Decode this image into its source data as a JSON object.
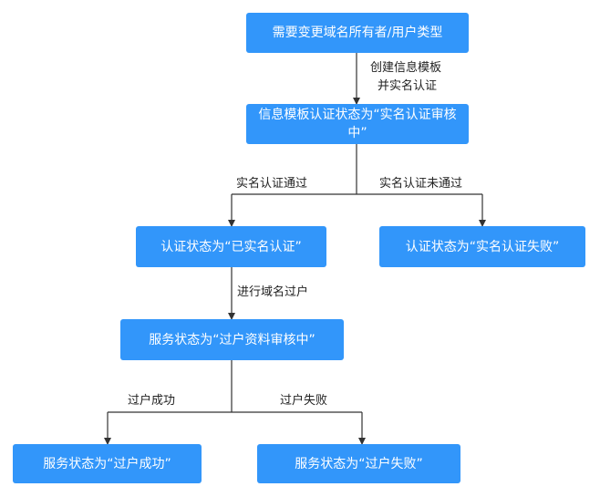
{
  "colors": {
    "box_fill": "#3296FA",
    "box_text": "#FFFFFF",
    "line": "#333333",
    "label_text": "#222222"
  },
  "nodes": {
    "start": "需要变更域名所有者/用户类型",
    "template_review": "信息模板认证状态为“实名认证审核中”",
    "verified": "认证状态为“已实名认证”",
    "failed": "认证状态为“实名认证失败”",
    "transfer_review": "服务状态为“过户资料审核中”",
    "transfer_success": "服务状态为“过户成功”",
    "transfer_failed": "服务状态为“过户失败”"
  },
  "edges": {
    "create_template_line1": "创建信息模板",
    "create_template_line2": "并实名认证",
    "verify_passed": "实名认证通过",
    "verify_not_passed": "实名认证未通过",
    "do_transfer": "进行域名过户",
    "transfer_ok": "过户成功",
    "transfer_fail": "过户失败"
  }
}
